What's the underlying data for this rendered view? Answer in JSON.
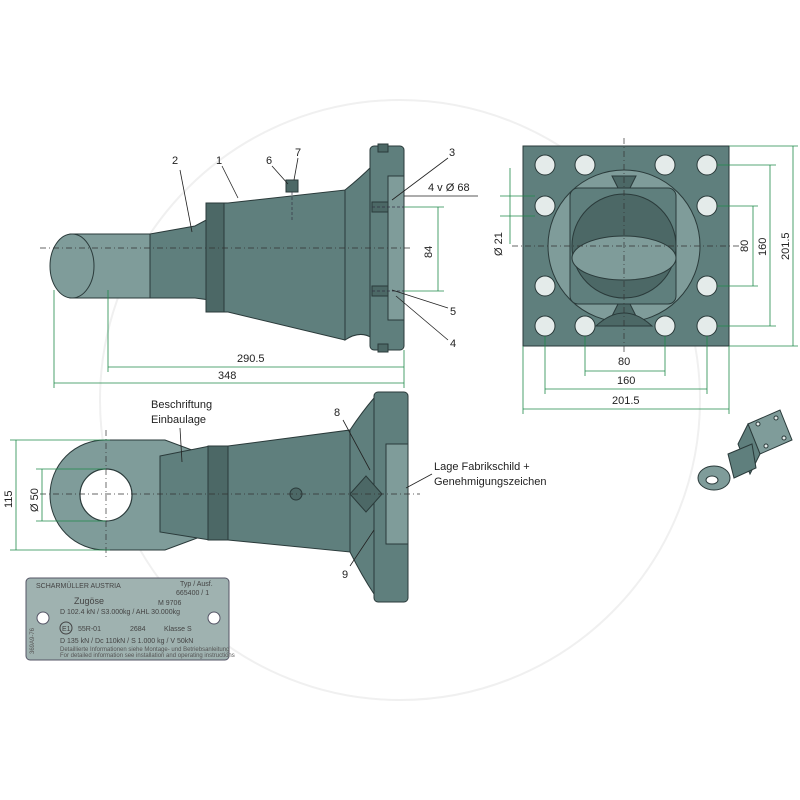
{
  "labels": {
    "p1": "1",
    "p2": "2",
    "p3": "3",
    "p4": "4",
    "p5": "5",
    "p6": "6",
    "p7": "7",
    "p8": "8",
    "p9": "9",
    "bolt_callout": "4 v  Ø 68",
    "beschriftung": "Beschriftung",
    "einbaulage": "Einbaulage",
    "fabrikschild_1": "Lage Fabrikschild +",
    "fabrikschild_2": "Genehmigungszeichen"
  },
  "dimensions": {
    "d84": "84",
    "d290": "290.5",
    "d348": "348",
    "d21": "Ø 21",
    "d80v": "80",
    "d160v": "160",
    "d2015v": "201.5",
    "d80h": "80",
    "d160h": "160",
    "d2015h": "201.5",
    "d115": "115",
    "d50": "Ø 50"
  },
  "nameplate": {
    "manufacturer": "SCHARMÜLLER AUSTRIA",
    "typ_label": "Typ / Ausf.",
    "typ_value": "665400 / 1",
    "product": "Zugöse",
    "model": "M 9706",
    "line1": "D 102.4 kN / S3.000kg / AHL 30.000kg",
    "e_mark": "E1",
    "approval": "55R-01",
    "approval_no": "2684",
    "klasse": "Klasse  S",
    "line3": "D 135 kN  / Dc  110kN / S 1.000 kg  /  V   50kN",
    "fine1": "Detaillierte Informationen siehe Montage- und Betriebsanleitung",
    "fine2": "For detailed information see installation and operating instructions",
    "side": "369A9-76"
  },
  "colors": {
    "body": "#5f7f7d",
    "dimension": "#1f8a4a",
    "plate": "#9fb2b0"
  }
}
